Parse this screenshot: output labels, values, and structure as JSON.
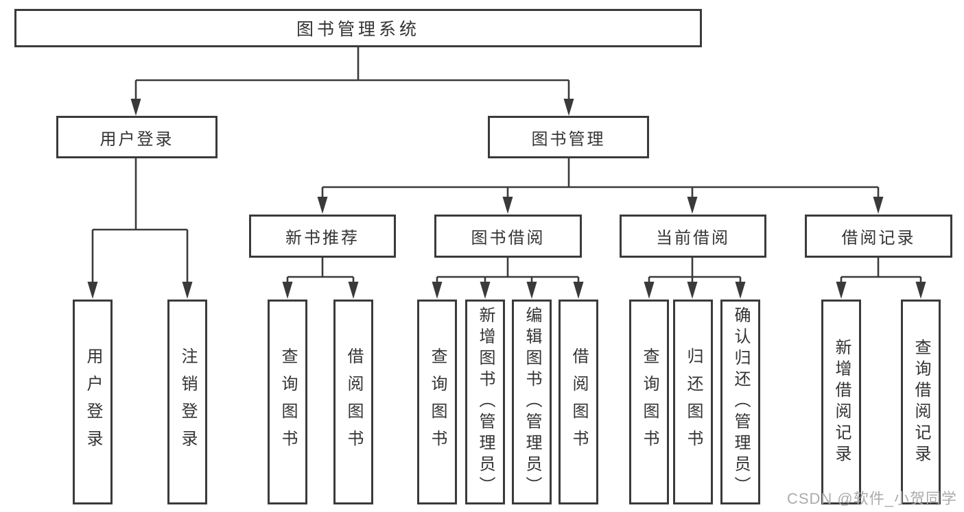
{
  "diagram": {
    "tree": {
      "label": "图书管理系统",
      "children": [
        {
          "label": "用户登录",
          "children": [
            {
              "label": "用户登录"
            },
            {
              "label": "注销登录"
            }
          ]
        },
        {
          "label": "图书管理",
          "children": [
            {
              "label": "新书推荐",
              "children": [
                {
                  "label": "查询图书"
                },
                {
                  "label": "借阅图书"
                }
              ]
            },
            {
              "label": "图书借阅",
              "children": [
                {
                  "label": "查询图书"
                },
                {
                  "label": "新增图书（管理员）"
                },
                {
                  "label": "编辑图书（管理员）"
                },
                {
                  "label": "借阅图书"
                }
              ]
            },
            {
              "label": "当前借阅",
              "children": [
                {
                  "label": "查询图书"
                },
                {
                  "label": "归还图书"
                },
                {
                  "label": "确认归还（管理员）"
                }
              ]
            },
            {
              "label": "借阅记录",
              "children": [
                {
                  "label": "新增借阅记录"
                },
                {
                  "label": "查询借阅记录"
                }
              ]
            }
          ]
        }
      ]
    },
    "colors": {
      "line": "#3a3a3a",
      "text": "#333333",
      "background": "#ffffff",
      "watermark": "#ababab"
    }
  },
  "watermark": {
    "text": "CSDN @软件_小贺同学"
  }
}
